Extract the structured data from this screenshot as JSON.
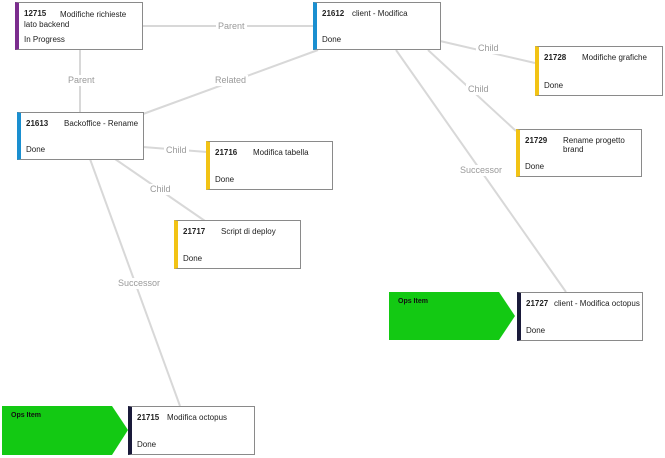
{
  "colors": {
    "in_progress": "#7b2d8e",
    "user_story": "#1a8fd0",
    "task": "#f2c315",
    "ops": "#1a1a3a",
    "ops_fill": "#13c913"
  },
  "nodes": {
    "n12715": {
      "id": "12715",
      "title_line1": "Modifiche richieste",
      "title_line2": "lato backend",
      "state": "In Progress"
    },
    "n21612": {
      "id": "21612",
      "title": "client - Modifica",
      "state": "Done"
    },
    "n21728": {
      "id": "21728",
      "title": "Modifiche grafiche",
      "state": "Done"
    },
    "n21729": {
      "id": "21729",
      "title": "Rename progetto brand",
      "state": "Done"
    },
    "n21613": {
      "id": "21613",
      "title": "Backoffice - Rename",
      "state": "Done"
    },
    "n21716": {
      "id": "21716",
      "title": "Modifica tabella",
      "state": "Done"
    },
    "n21717": {
      "id": "21717",
      "title": "Script di deploy",
      "state": "Done"
    },
    "n21727": {
      "id": "21727",
      "title": "client - Modifica octopus",
      "state": "Done"
    },
    "n21715": {
      "id": "21715",
      "title": "Modifica octopus",
      "state": "Done"
    }
  },
  "ops_items": {
    "ops1": {
      "label": "Ops Item"
    },
    "ops2": {
      "label": "Ops Item"
    }
  },
  "edges": {
    "e_parent_top": "Parent",
    "e_parent_left": "Parent",
    "e_related": "Related",
    "e_child_21728": "Child",
    "e_child_21729": "Child",
    "e_successor_right": "Successor",
    "e_child_21716": "Child",
    "e_child_21717": "Child",
    "e_successor_left": "Successor"
  }
}
